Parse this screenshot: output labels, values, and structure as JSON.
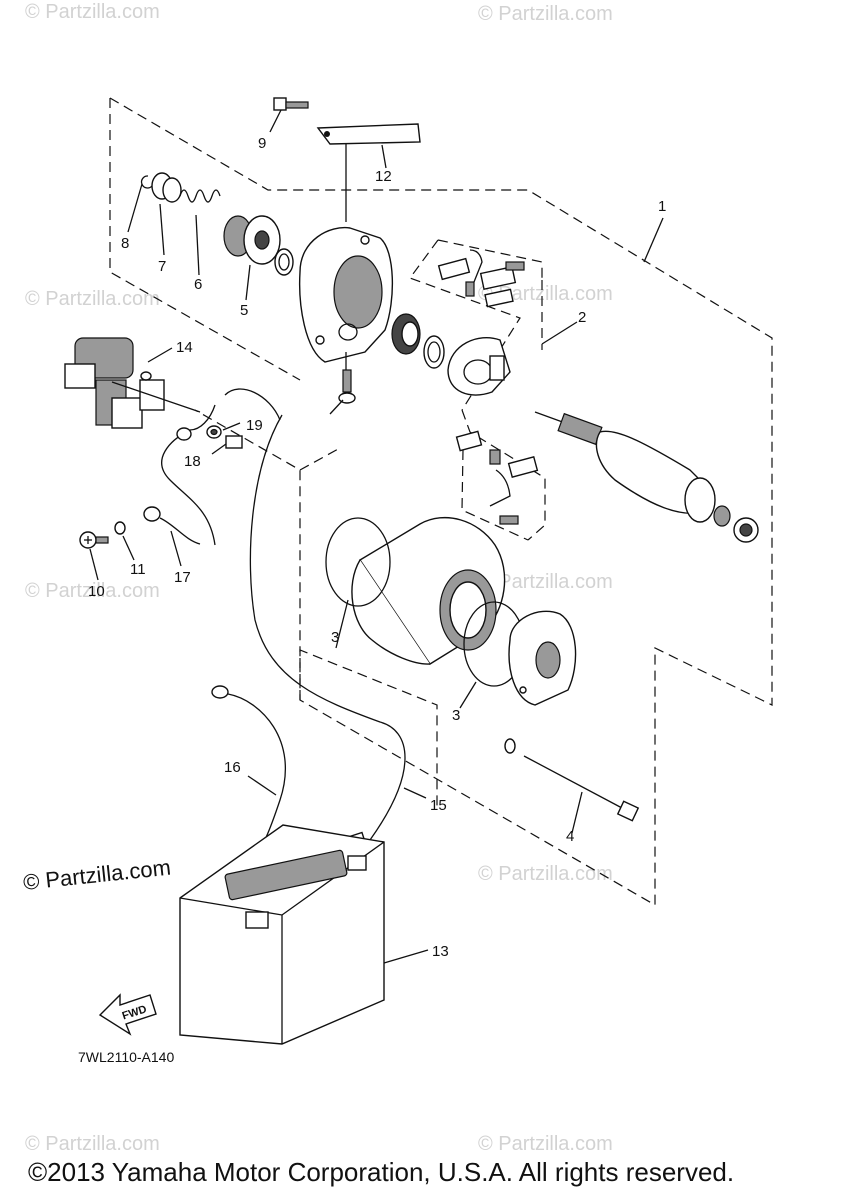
{
  "watermarks": {
    "text": "© Partzilla.com",
    "prominent": "© Partzilla.com"
  },
  "diagram_code": "7WL2110-A140",
  "fwd_label": "FWD",
  "copyright": "©2013 Yamaha Motor Corporation, U.S.A. All rights reserved.",
  "callouts": {
    "c1": "1",
    "c2": "2",
    "c3a": "3",
    "c3b": "3",
    "c4": "4",
    "c5": "5",
    "c6": "6",
    "c7": "7",
    "c8": "8",
    "c9": "9",
    "c10": "10",
    "c11": "11",
    "c12": "12",
    "c13": "13",
    "c14": "14",
    "c15": "15",
    "c16": "16",
    "c17": "17",
    "c18": "18",
    "c19": "19"
  }
}
